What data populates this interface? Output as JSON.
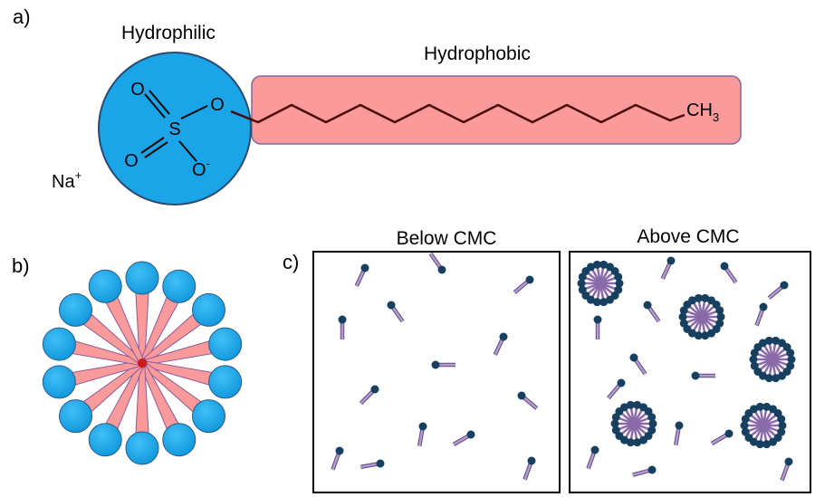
{
  "panel_a": {
    "label": "a)",
    "hydrophilic": "Hydrophilic",
    "hydrophobic": "Hydrophobic",
    "counterion": {
      "base": "Na",
      "sup": "+"
    },
    "atoms": {
      "o_top": "O",
      "o_left": "O",
      "o_ester": "O",
      "o_minus": {
        "base": "O",
        "sup": "-"
      },
      "sulfur": "S"
    },
    "ch3": {
      "base": "CH",
      "sub": "3"
    }
  },
  "panel_b": {
    "label": "b)"
  },
  "panel_c": {
    "label": "c)",
    "below_title": "Below CMC",
    "above_title": "Above CMC"
  },
  "colors": {
    "head_fill": "#1aa5e8",
    "head_stroke": "#2a5a8a",
    "tail_fill": "#fa9a9a",
    "tail_stroke": "#8a5a9a",
    "chain": "#4a0a0a",
    "mini_head": "#173f5f",
    "mini_tail": "#b59ad0"
  }
}
